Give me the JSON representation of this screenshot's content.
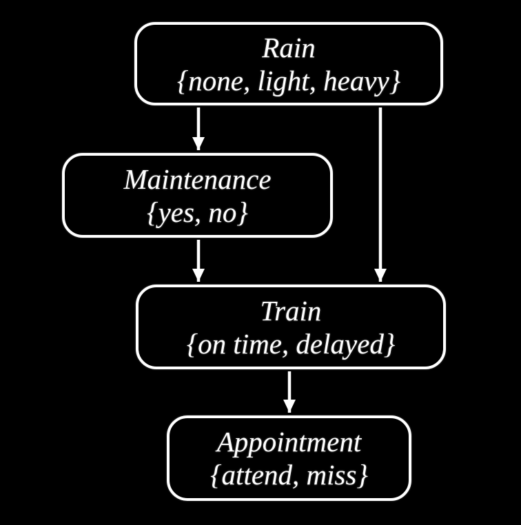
{
  "diagram": {
    "type": "bayesian-network",
    "background_color": "#000000",
    "node_border_color": "#ffffff",
    "node_text_color": "#ffffff",
    "edge_color": "#ffffff"
  },
  "nodes": [
    {
      "id": "rain",
      "name": "Rain",
      "domain": "{none, light, heavy}"
    },
    {
      "id": "maintenance",
      "name": "Maintenance",
      "domain": "{yes, no}"
    },
    {
      "id": "train",
      "name": "Train",
      "domain": "{on time, delayed}"
    },
    {
      "id": "appointment",
      "name": "Appointment",
      "domain": "{attend, miss}"
    }
  ],
  "edges": [
    {
      "from": "rain",
      "to": "maintenance"
    },
    {
      "from": "rain",
      "to": "train"
    },
    {
      "from": "maintenance",
      "to": "train"
    },
    {
      "from": "train",
      "to": "appointment"
    }
  ]
}
